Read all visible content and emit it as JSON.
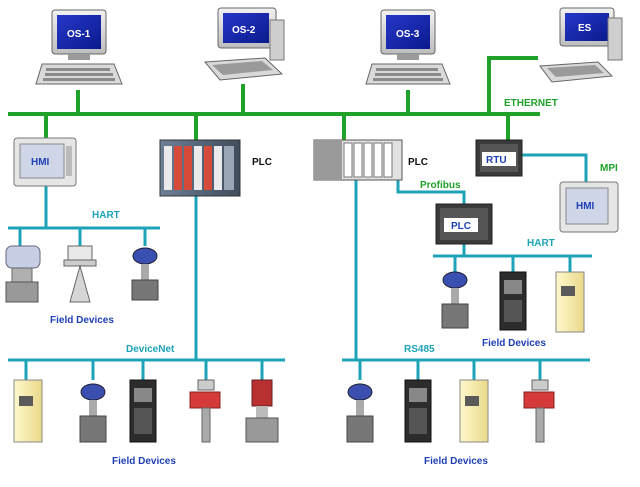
{
  "workstations": [
    {
      "id": "os1",
      "label": "OS-1"
    },
    {
      "id": "os2",
      "label": "OS-2"
    },
    {
      "id": "os3",
      "label": "OS-3"
    },
    {
      "id": "es",
      "label": "ES"
    }
  ],
  "networks": {
    "ethernet": "ETHERNET",
    "hart_left": "HART",
    "hart_right": "HART",
    "devicenet": "DeviceNet",
    "rs485": "RS485",
    "profibus": "Profibus",
    "mpi": "MPI"
  },
  "controllers": {
    "plc1": "PLC",
    "plc2": "PLC",
    "plc3": "PLC",
    "rtu": "RTU",
    "hmi_left": "HMI",
    "hmi_right": "HMI"
  },
  "field_device_labels": {
    "hart_left": "Field Devices",
    "hart_right": "Field Devices",
    "devicenet": "Field Devices",
    "rs485": "Field Devices"
  },
  "colors": {
    "ethernet": "#1fa12a",
    "fieldbus": "#1ca3b8",
    "label_blue": "#1f3fb5"
  }
}
